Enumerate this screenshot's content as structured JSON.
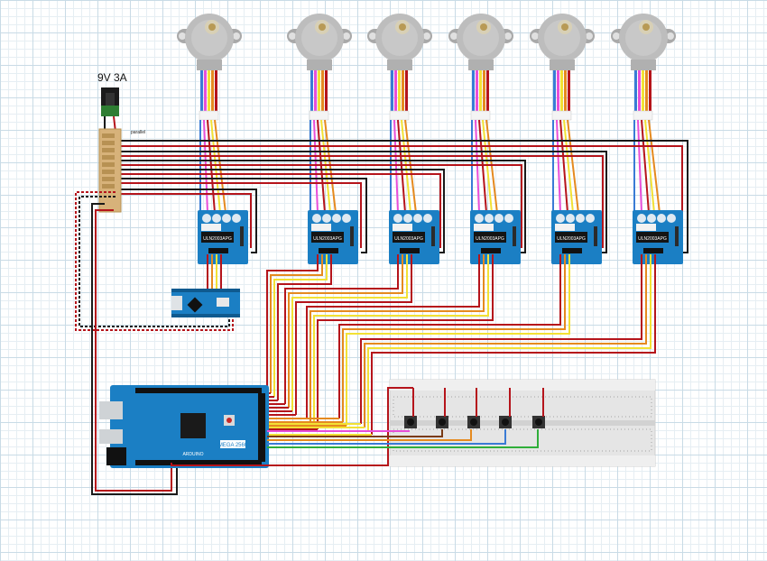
{
  "power_supply": {
    "label": "9V 3A"
  },
  "distribution_board": {
    "label": "parallel"
  },
  "driver_board": {
    "chip_label": "ULN2003APG"
  },
  "mega_board": {
    "model_text": "MEGA 2560",
    "brand_text": "ARDUINO"
  },
  "colors": {
    "wire_red": "#b5141b",
    "wire_dark": "#1a1a1a",
    "wire_yellow": "#f2e135",
    "wire_orange": "#e58a1f",
    "wire_pink": "#e84ed9",
    "wire_blue": "#3a7bd5",
    "wire_green": "#2fae3a",
    "wire_brown": "#7a3b16",
    "board_blue": "#1b7fc4",
    "motor_gray": "#b8b8b8"
  }
}
